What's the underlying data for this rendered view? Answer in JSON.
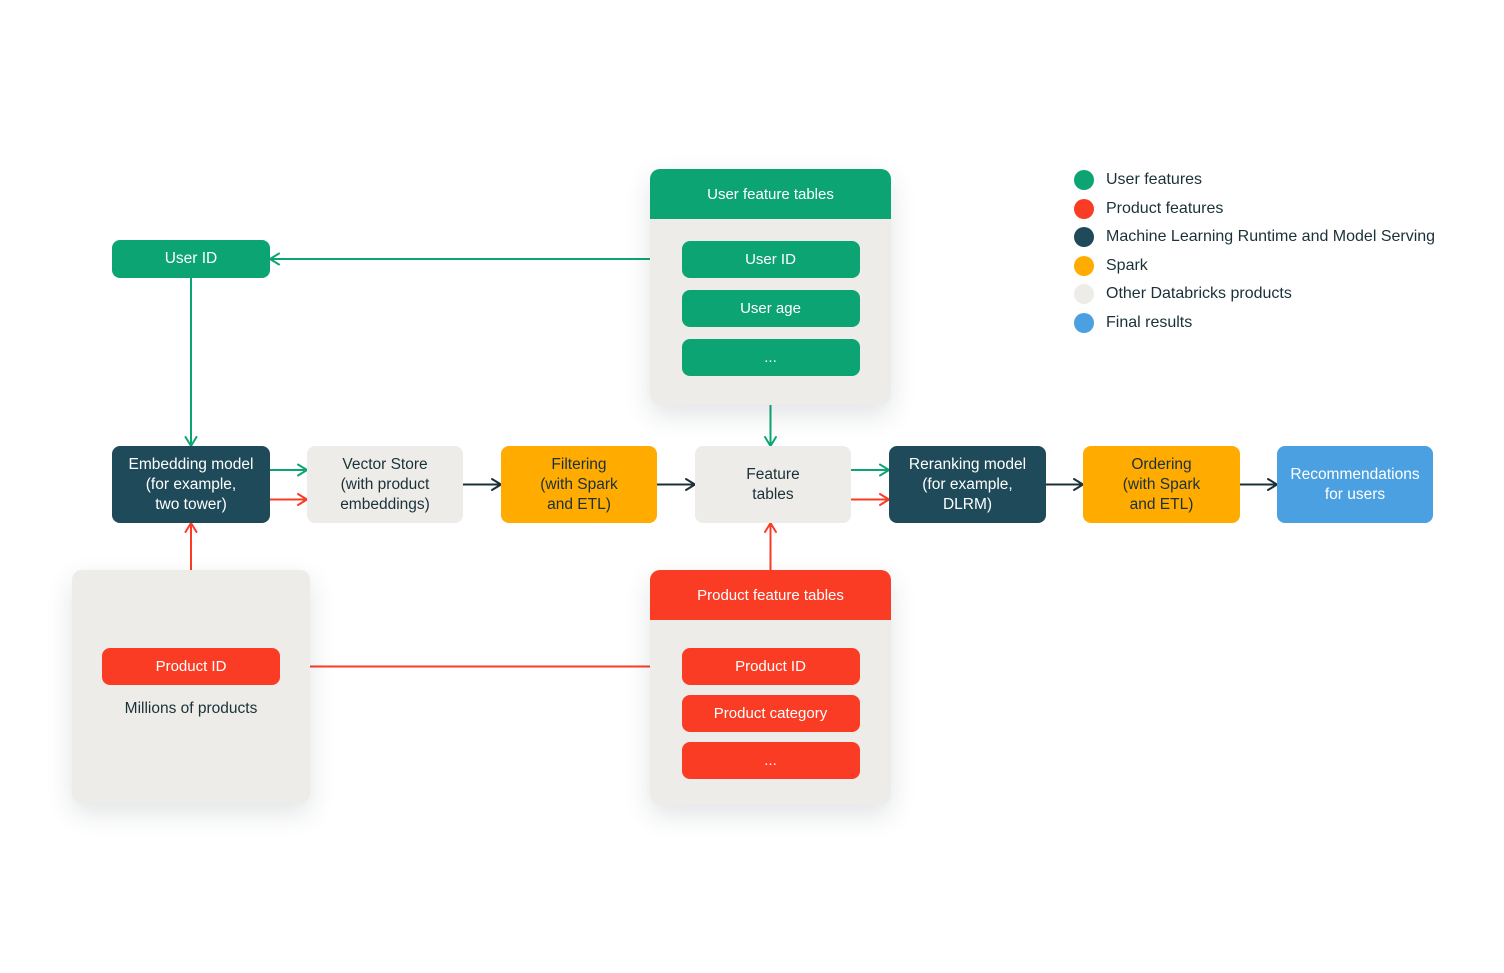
{
  "palette": {
    "green": "#0DA473",
    "red": "#FA3C25",
    "teal": "#1E4A59",
    "orange": "#FFAB00",
    "panelGray": "#EDECE8",
    "blue": "#4AA0E0",
    "dark": "#1B3139"
  },
  "legend": {
    "items": [
      {
        "label": "User features",
        "color": "green"
      },
      {
        "label": "Product features",
        "color": "red"
      },
      {
        "label": "Machine Learning Runtime and Model Serving",
        "color": "teal"
      },
      {
        "label": "Spark",
        "color": "orange"
      },
      {
        "label": "Other Databricks products",
        "color": "panelGray"
      },
      {
        "label": "Final results",
        "color": "blue"
      }
    ]
  },
  "nodes": {
    "user_id_left": {
      "label": "User ID",
      "color": "green"
    },
    "user_feature_panel": {
      "title": "User feature tables",
      "header_color": "green",
      "body_color": "panelGray",
      "chip_color": "green",
      "chips": [
        "User ID",
        "User age",
        "..."
      ]
    },
    "embedding": {
      "label": "Embedding model\n(for example,\ntwo tower)",
      "color": "teal"
    },
    "vector_store": {
      "label": "Vector Store\n(with product\nembeddings)",
      "color": "panelGray"
    },
    "filtering": {
      "label": "Filtering\n(with Spark\nand ETL)",
      "color": "orange"
    },
    "feature_tables": {
      "label": "Feature\ntables",
      "color": "panelGray"
    },
    "reranking": {
      "label": "Reranking model\n(for example,\nDLRM)",
      "color": "teal"
    },
    "ordering": {
      "label": "Ordering\n(with Spark\nand ETL)",
      "color": "orange"
    },
    "recommendations": {
      "label": "Recommendations\nfor users",
      "color": "blue"
    },
    "product_feature_panel": {
      "title": "Product feature tables",
      "header_color": "red",
      "body_color": "panelGray",
      "chip_color": "red",
      "chips": [
        "Product ID",
        "Product category",
        "..."
      ]
    },
    "millions_panel": {
      "body_color": "panelGray",
      "chip_color": "red",
      "chip": "Product ID",
      "caption": "Millions of products"
    }
  },
  "edges": [
    {
      "from": "user_id_left",
      "fromSide": "right",
      "to": "uft_chip_0",
      "toSide": "left",
      "color": "green",
      "heads": "both"
    },
    {
      "from": "user_id_left",
      "fromSide": "bottom",
      "to": "embedding",
      "toSide": "top",
      "color": "green",
      "heads": "to"
    },
    {
      "from": "uf_panel",
      "fromSide": "bottom",
      "to": "feature_tables",
      "toSide": "top",
      "color": "green",
      "heads": "to"
    },
    {
      "from": "embedding",
      "fromSide": "right",
      "fromOffset": -14.5,
      "to": "vector_store",
      "toSide": "left",
      "color": "green",
      "heads": "to"
    },
    {
      "from": "embedding",
      "fromSide": "right",
      "fromOffset": 15,
      "to": "vector_store",
      "toSide": "left",
      "color": "red",
      "heads": "to"
    },
    {
      "from": "vector_store",
      "fromSide": "right",
      "to": "filtering",
      "toSide": "left",
      "color": "dark",
      "heads": "to"
    },
    {
      "from": "filtering",
      "fromSide": "right",
      "to": "feature_tables",
      "toSide": "left",
      "color": "dark",
      "heads": "to"
    },
    {
      "from": "feature_tables",
      "fromSide": "right",
      "fromOffset": -14.5,
      "to": "reranking",
      "toSide": "left",
      "color": "green",
      "heads": "to"
    },
    {
      "from": "feature_tables",
      "fromSide": "right",
      "fromOffset": 15,
      "to": "reranking",
      "toSide": "left",
      "color": "red",
      "heads": "to"
    },
    {
      "from": "reranking",
      "fromSide": "right",
      "to": "ordering",
      "toSide": "left",
      "color": "dark",
      "heads": "to"
    },
    {
      "from": "ordering",
      "fromSide": "right",
      "to": "recommendations",
      "toSide": "left",
      "color": "dark",
      "heads": "to"
    },
    {
      "from": "pf_panel",
      "fromSide": "top",
      "to": "feature_tables",
      "toSide": "bottom",
      "color": "red",
      "heads": "to"
    },
    {
      "from": "millions_chip",
      "fromSide": "top",
      "to": "embedding",
      "toSide": "bottom",
      "color": "red",
      "heads": "to"
    },
    {
      "from": "millions_chip",
      "fromSide": "right",
      "to": "pf_chip_0",
      "toSide": "left",
      "color": "red",
      "heads": "both"
    }
  ]
}
